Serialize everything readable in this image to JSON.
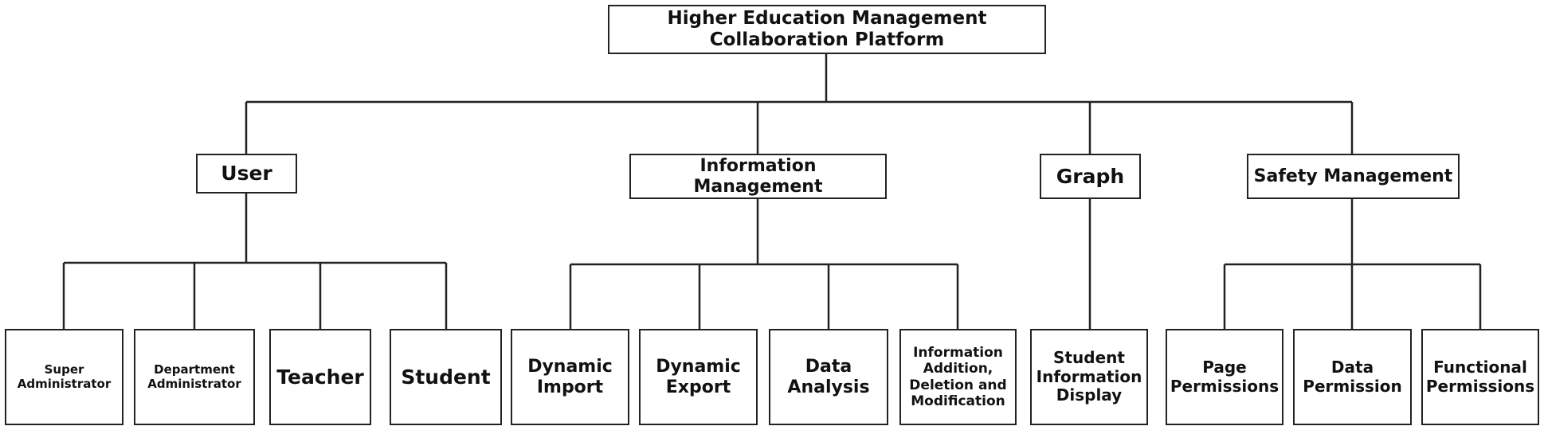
{
  "root": "Higher Education Management\nCollaboration Platform",
  "categories": [
    {
      "label": "User",
      "children": [
        "Super\nAdministrator",
        "Department\nAdministrator",
        "Teacher",
        "Student"
      ]
    },
    {
      "label": "Information Management",
      "children": [
        "Dynamic\nImport",
        "Dynamic\nExport",
        "Data\nAnalysis",
        "Information\nAddition,\nDeletion and\nModification"
      ]
    },
    {
      "label": "Graph",
      "children": [
        "Student\nInformation\nDisplay"
      ]
    },
    {
      "label": "Safety Management",
      "children": [
        "Page\nPermissions",
        "Data\nPermission",
        "Functional\nPermissions"
      ]
    }
  ]
}
